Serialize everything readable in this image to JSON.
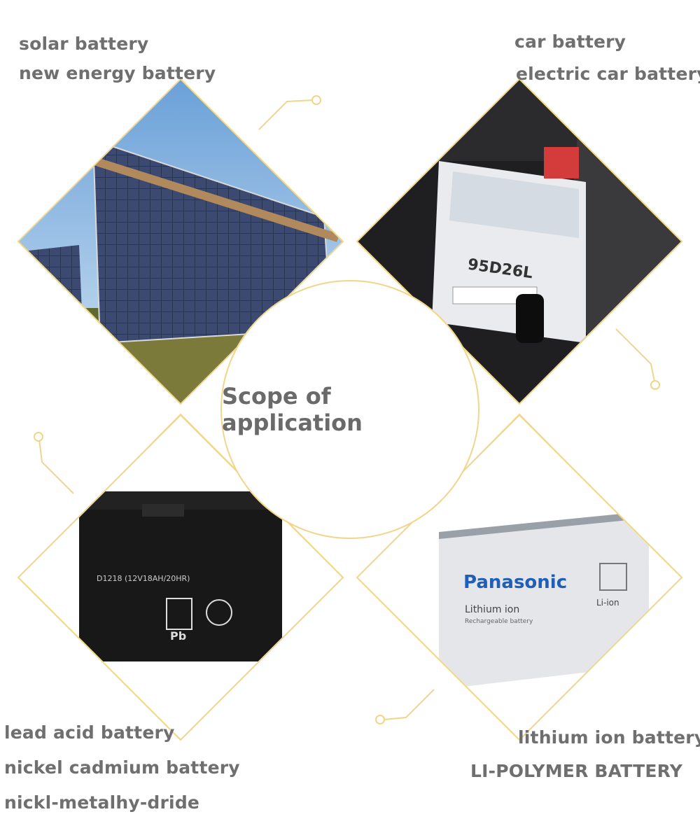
{
  "center": {
    "title": "Scope of application"
  },
  "quadrants": {
    "top_left": {
      "lines": [
        "solar battery",
        "new energy battery"
      ],
      "image": "solar-panel-array"
    },
    "top_right": {
      "lines": [
        "car battery",
        "electric car battery"
      ],
      "image": "car-engine-battery"
    },
    "bottom_left": {
      "lines": [
        "lead acid battery",
        "nickel cadmium battery",
        "nickl-metalhy-dride"
      ],
      "image": "lead-acid-battery"
    },
    "bottom_right": {
      "lines": [
        "lithium ion battery",
        "LI-POLYMER BATTERY"
      ],
      "image": "lithium-ion-battery"
    }
  },
  "product_labels": {
    "brand": "Panasonic",
    "li_type": "Lithium ion",
    "li_sub": "Rechargeable battery",
    "li_badge": "Li-ion",
    "pb": "Pb",
    "model": "D1218 (12V18AH/20HR)",
    "car_code": "95D26L"
  },
  "colors": {
    "accent": "#f1d58a",
    "text": "#6f6f6f"
  }
}
